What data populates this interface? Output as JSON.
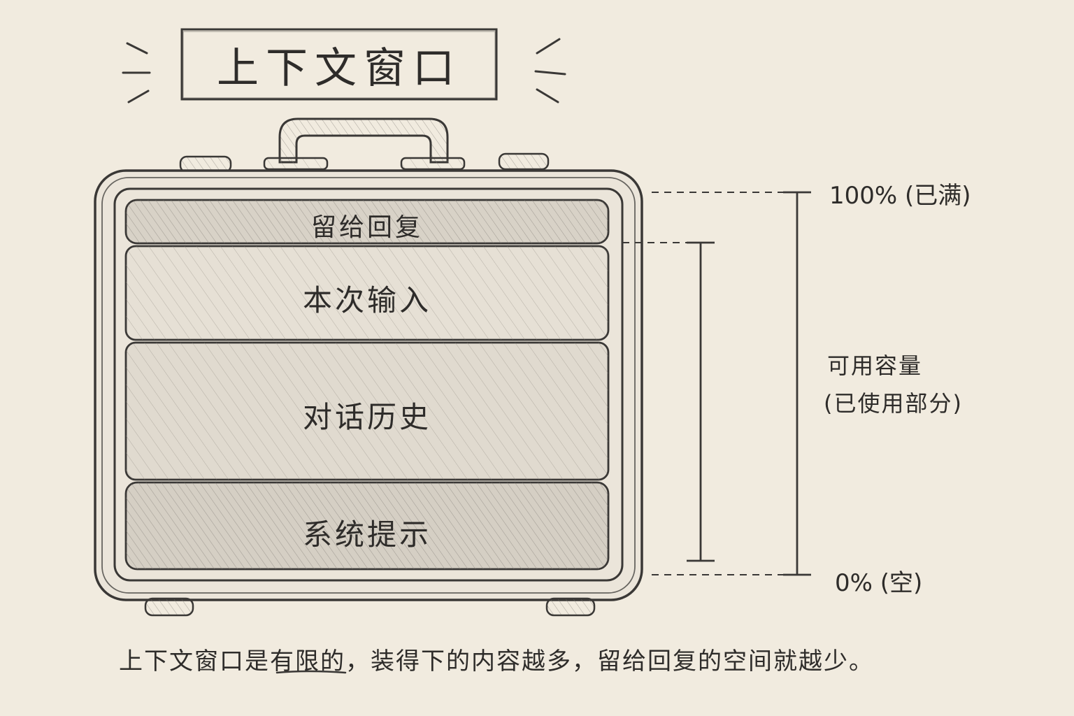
{
  "title": "上下文窗口",
  "layers": {
    "reply": "留给回复",
    "input": "本次输入",
    "history": "对话历史",
    "system": "系统提示"
  },
  "scale": {
    "full": "100% (已满)",
    "empty": "0% (空)",
    "capacity_line1": "可用容量",
    "capacity_line2": "(已使用部分)"
  },
  "caption": "上下文窗口是有限的，装得下的内容越多，留给回复的空间就越少。",
  "colors": {
    "paper": "#f1ebdf",
    "pencil": "#3a3836",
    "shade_light": "#e3ddd2",
    "shade_dark": "#d2ccc1"
  }
}
